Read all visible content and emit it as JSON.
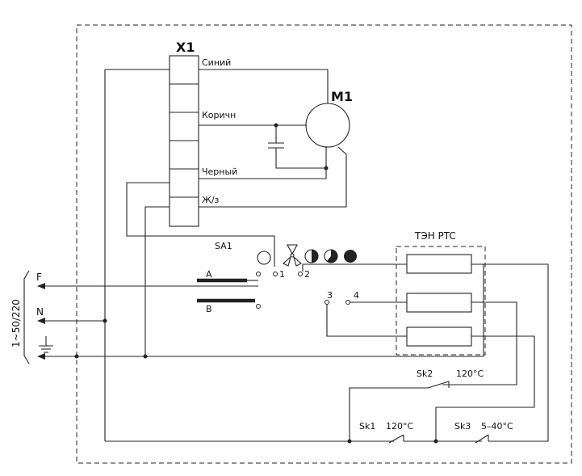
{
  "terminal_block": {
    "name": "X1",
    "wires": [
      "Синий",
      "Коричн",
      "Черный",
      "Ж/з"
    ]
  },
  "motor": {
    "name": "M1"
  },
  "switch": {
    "name": "SA1",
    "contacts": [
      "A",
      "B",
      "1",
      "2",
      "3",
      "4"
    ]
  },
  "heater": {
    "name": "ТЭН PTC"
  },
  "supply": {
    "label": "1~50/220",
    "lines": [
      "F",
      "N"
    ]
  },
  "thermostats": [
    {
      "name": "Sk2",
      "temp": "120°C"
    },
    {
      "name": "Sk1",
      "temp": "120°C"
    },
    {
      "name": "Sk3",
      "temp": "5–40°C"
    }
  ]
}
